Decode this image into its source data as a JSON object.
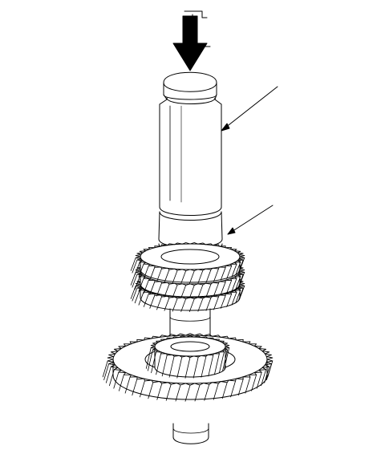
{
  "diagram": {
    "kind": "exploded-technical-line-drawing",
    "subject_parts": [
      "press-arrow",
      "installer-tube",
      "bearing-race",
      "upper-gear-cluster",
      "intermediate-shaft",
      "lower-large-gear",
      "lower-small-gear",
      "shaft-end"
    ],
    "callout_count": 2,
    "line_color": "#000000",
    "background": "#ffffff"
  }
}
